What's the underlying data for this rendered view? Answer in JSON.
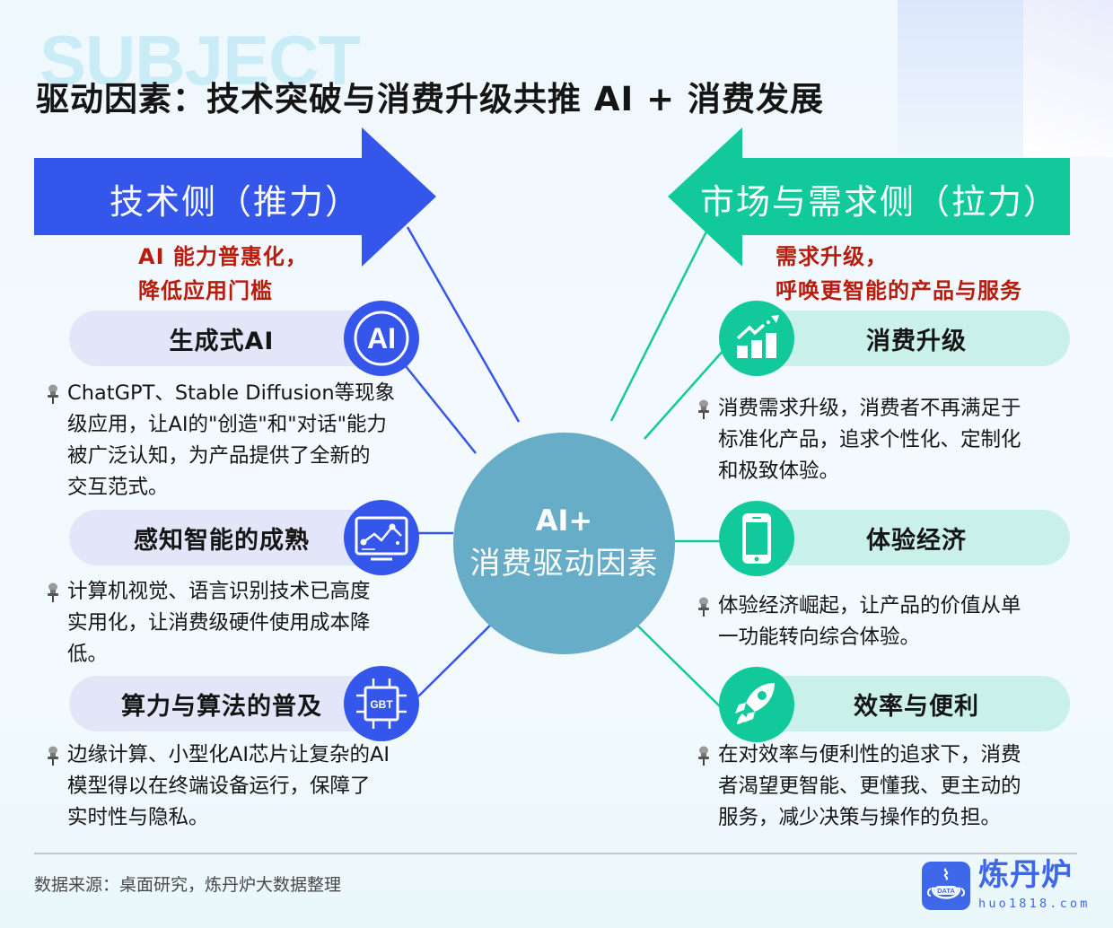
{
  "header": {
    "watermark": "SUBJECT",
    "title": "驱动因素：技术突破与消费升级共推 AI + 消费发展"
  },
  "colors": {
    "tech_blue": "#3556ea",
    "market_green": "#12c99c",
    "center_teal": "#68adc7",
    "highlight_red": "#b81c0c"
  },
  "center": {
    "line1": "AI+",
    "line2": "消费驱动因素"
  },
  "left": {
    "arrow_label": "技术侧（推力）",
    "subtitle_line1": "AI 能力普惠化，",
    "subtitle_line2": "降低应用门槛",
    "items": [
      {
        "title": "生成式AI",
        "icon": "ai-magnifier-icon",
        "lines": [
          "ChatGPT、Stable Diffusion等现象",
          "级应用，让AI的\"创造\"和\"对话\"能力",
          "被广泛认知，为产品提供了全新的",
          "交互范式。"
        ]
      },
      {
        "title": "感知智能的成熟",
        "icon": "monitor-chart-icon",
        "lines": [
          "计算机视觉、语言识别技术已高度",
          "实用化，让消费级硬件使用成本降",
          "低。"
        ]
      },
      {
        "title": "算力与算法的普及",
        "icon": "chip-icon",
        "icon_text": "GBT",
        "lines": [
          "边缘计算、小型化AI芯片让复杂的AI",
          "模型得以在终端设备运行，保障了",
          "实时性与隐私。"
        ]
      }
    ]
  },
  "right": {
    "arrow_label": "市场与需求侧（拉力）",
    "subtitle_line1": "需求升级，",
    "subtitle_line2": "呼唤更智能的产品与服务",
    "items": [
      {
        "title": "消费升级",
        "icon": "growth-chart-icon",
        "lines": [
          "消费需求升级，消费者不再满足于",
          "标准化产品，追求个性化、定制化",
          "和极致体验。"
        ]
      },
      {
        "title": "体验经济",
        "icon": "smartphone-icon",
        "lines": [
          "体验经济崛起，让产品的价值从单",
          "一功能转向综合体验。"
        ]
      },
      {
        "title": "效率与便利",
        "icon": "rocket-icon",
        "lines": [
          "在对效率与便利性的追求下，消费",
          "者渴望更智能、更懂我、更主动的",
          "服务，减少决策与操作的负担。"
        ]
      }
    ]
  },
  "footer": {
    "source": "数据来源：桌面研究，炼丹炉大数据整理",
    "logo_name": "炼丹炉",
    "logo_url": "huo1818.com",
    "logo_badge": "DATA"
  }
}
